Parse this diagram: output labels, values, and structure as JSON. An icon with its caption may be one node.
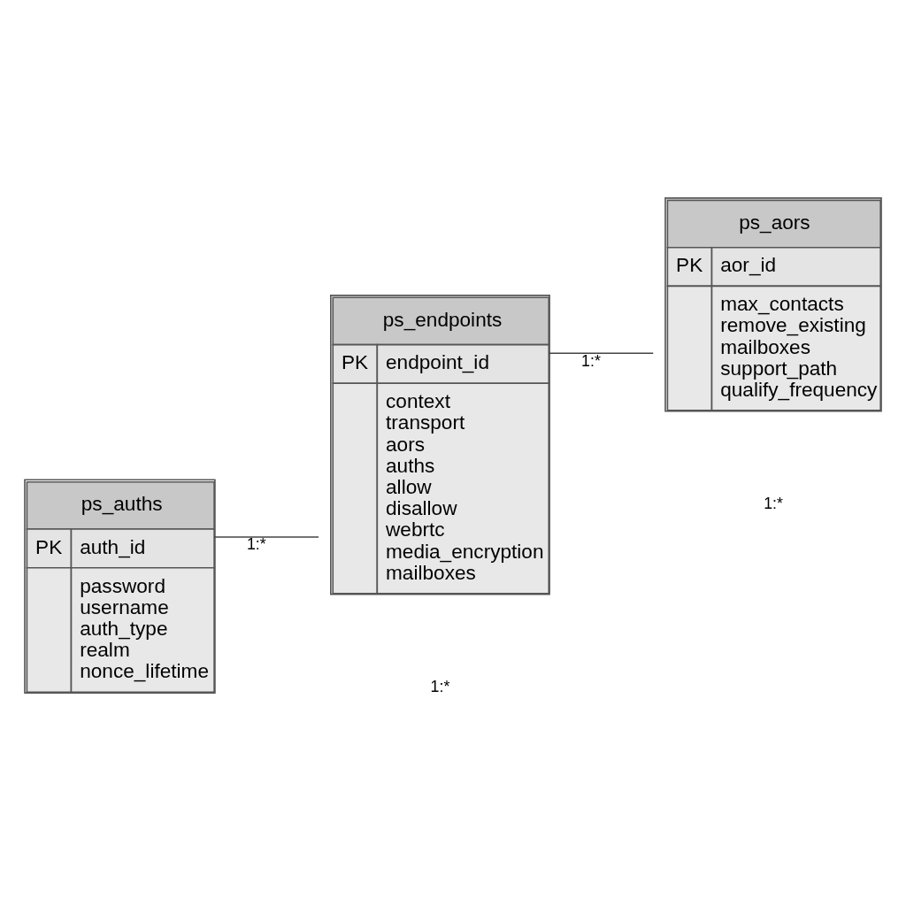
{
  "diagram": {
    "nodes": [
      {
        "text": [
          "ps_auths",
          "PK",
          "auth_id",
          "password",
          "username",
          "auth_type",
          "realm",
          "nonce_lifetime"
        ]
      },
      {
        "text": [
          "ps_endpoints",
          "PK",
          "endpoint_id",
          "context",
          "transport",
          "aors",
          "auths",
          "allow",
          "disallow",
          "webrtc",
          "media_encryption",
          "mailboxes"
        ]
      },
      {
        "text": [
          "ps_aors",
          "PK",
          "aor_id",
          "max_contacts",
          "remove_existing",
          "mailboxes",
          "support_path",
          "qualify_frequency"
        ]
      }
    ],
    "edges": [
      {
        "from": 0,
        "to": 1,
        "arrow": "none",
        "label": "1:*"
      },
      {
        "from": 1,
        "to": 2,
        "arrow": "none",
        "label": "1:*"
      }
    ],
    "labels": [
      "1:*",
      "1:*"
    ]
  }
}
